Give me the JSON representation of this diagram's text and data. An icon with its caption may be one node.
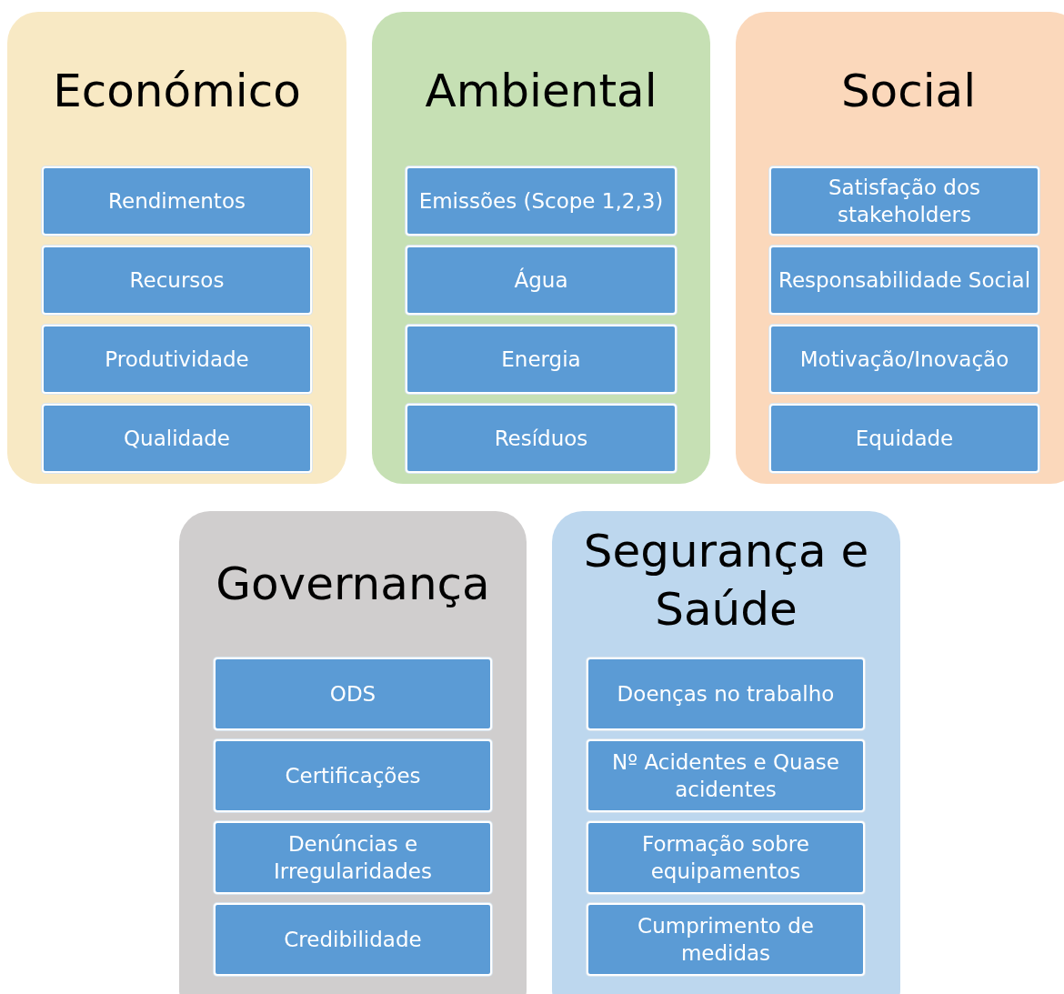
{
  "diagram": {
    "nodes": [
      {
        "text": [
          "Económico"
        ]
      },
      {
        "text": [
          "Rendimentos"
        ],
        "in": 0
      },
      {
        "text": [
          "Recursos"
        ],
        "in": 0
      },
      {
        "text": [
          "Produtividade"
        ],
        "in": 0
      },
      {
        "text": [
          "Qualidade"
        ],
        "in": 0
      },
      {
        "text": [
          "Ambiental"
        ]
      },
      {
        "text": [
          "Emissões (Scope 1,2,3)"
        ],
        "in": 5
      },
      {
        "text": [
          "Água"
        ],
        "in": 5
      },
      {
        "text": [
          "Energia"
        ],
        "in": 5
      },
      {
        "text": [
          "Resíduos"
        ],
        "in": 5
      },
      {
        "text": [
          "Social"
        ]
      },
      {
        "text": [
          "Satisfação dos stakeholders"
        ],
        "in": 10
      },
      {
        "text": [
          "Responsabilidade Social"
        ],
        "in": 10
      },
      {
        "text": [
          "Motivação/Inovação"
        ],
        "in": 10
      },
      {
        "text": [
          "Equidade"
        ],
        "in": 10
      },
      {
        "text": [
          "Governança"
        ]
      },
      {
        "text": [
          "ODS"
        ],
        "in": 15
      },
      {
        "text": [
          "Certificações"
        ],
        "in": 15
      },
      {
        "text": [
          "Denúncias e Irregularidades"
        ],
        "in": 15
      },
      {
        "text": [
          "Credibilidade"
        ],
        "in": 15
      },
      {
        "text": [
          "Segurança e Saúde"
        ]
      },
      {
        "text": [
          "Doenças no trabalho"
        ],
        "in": 20
      },
      {
        "text": [
          "Nº Acidentes e Quase acidentes"
        ],
        "in": 20
      },
      {
        "text": [
          "Formação sobre equipamentos"
        ],
        "in": 20
      },
      {
        "text": [
          "Cumprimento de medidas"
        ],
        "in": 20
      }
    ]
  }
}
